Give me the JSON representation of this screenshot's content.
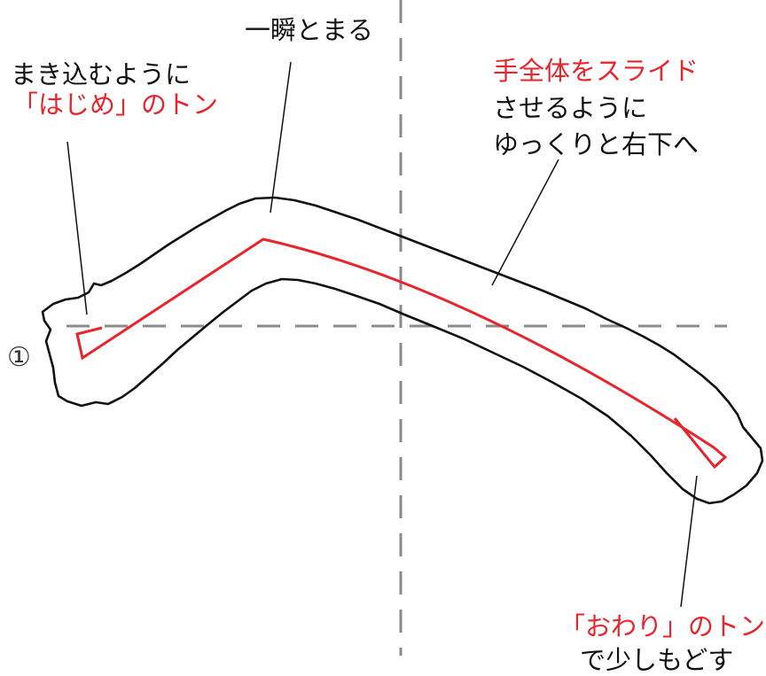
{
  "labels": {
    "pause": "一瞬とまる",
    "start_line1": "まき込むように",
    "start_line2": "「はじめ」のトン",
    "slide_line1": "手全体をスライド",
    "slide_line2": "させるように",
    "slide_line3": "ゆっくりと右下へ",
    "end_line1": "「おわり」のトン",
    "end_line2": "で少しもどす",
    "step_number": "①"
  },
  "colors": {
    "text": "#111111",
    "accent_red": "#e8242c",
    "guide_gray": "#8a8a8a",
    "outline": "#111111"
  }
}
